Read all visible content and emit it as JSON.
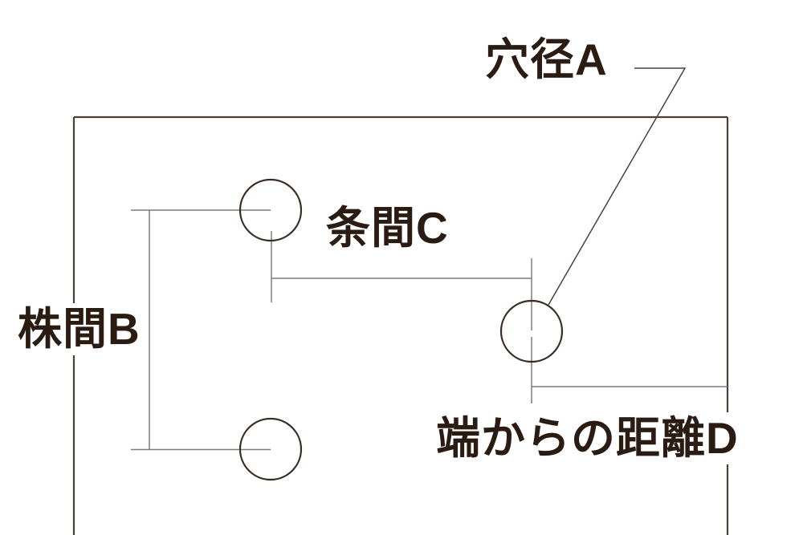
{
  "diagram": {
    "labels": {
      "hole_diameter": "穴径A",
      "row_spacing": "条間C",
      "plant_spacing": "株間B",
      "edge_distance": "端からの距離D"
    },
    "colors": {
      "background": "#ffffff",
      "sheet_outline": "#4a3e36",
      "circle_stroke": "#3a2c24",
      "dimension_line": "#7f7b78",
      "leader_line": "#4a423d",
      "text": "#2a1c12"
    }
  }
}
